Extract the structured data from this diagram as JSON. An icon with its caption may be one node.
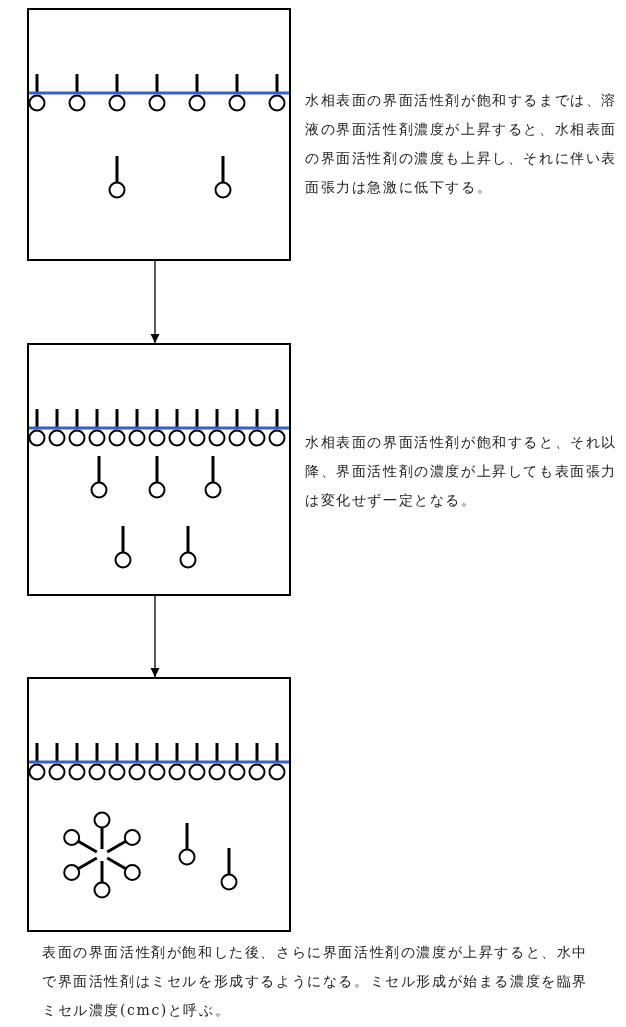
{
  "diagram": {
    "nodes": [
      {
        "text": [],
        "shape": "box",
        "beside": [
          "水相表面の界面活性剤が飽和するまでは、溶液の界面活性剤濃度が上昇すると、水相表面の界面活性剤の濃度も上昇し、それに伴い表面張力は急激に低下する。"
        ]
      },
      {
        "text": [],
        "shape": "box",
        "beside": [
          "水相表面の界面活性剤が飽和すると、それ以降、界面活性剤の濃度が上昇しても表面張力は変化せず一定となる。"
        ]
      },
      {
        "text": [],
        "shape": "box",
        "beside": [
          "表面の界面活性剤が飽和した後、さらに界面活性剤の濃度が上昇すると、水中で界面活性剤はミセルを形成するようになる。ミセル形成が始まる濃度を臨界ミセル濃度(cmc)と呼ぶ。"
        ]
      }
    ],
    "edges": [
      {
        "from": 0,
        "to": 1,
        "arrow": "to"
      },
      {
        "from": 1,
        "to": 2,
        "arrow": "to"
      }
    ]
  }
}
